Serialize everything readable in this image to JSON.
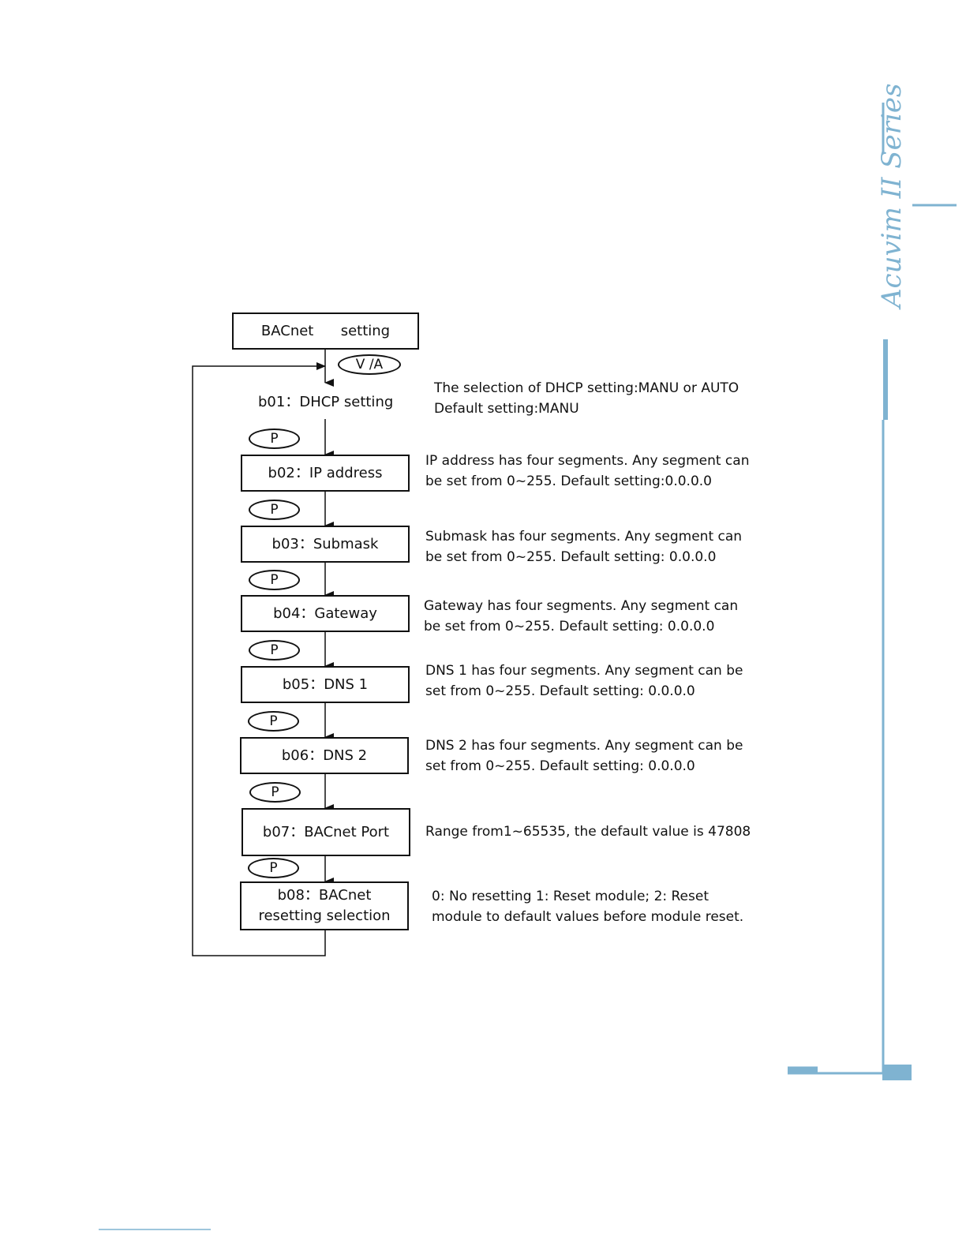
{
  "header": {
    "title": "BACnet      setting"
  },
  "keys": {
    "va": "V /A",
    "p": "P"
  },
  "brand": {
    "text": "Acuvim II Series"
  },
  "colors": {
    "accent": "#7fb3d1",
    "line": "#111111"
  },
  "steps": [
    {
      "label": "b01：DHCP setting",
      "desc": [
        "The selection of DHCP setting:MANU or AUTO",
        "Default setting:MANU"
      ]
    },
    {
      "label": "b02：IP address",
      "desc": [
        "IP address has four segments. Any segment can",
        "be set from 0~255. Default setting:0.0.0.0"
      ]
    },
    {
      "label": "b03：Submask",
      "desc": [
        "Submask has four segments. Any segment can",
        "be set from 0~255. Default setting: 0.0.0.0"
      ]
    },
    {
      "label": "b04：Gateway",
      "desc": [
        "Gateway has four segments. Any segment can",
        "be set from 0~255. Default setting: 0.0.0.0"
      ]
    },
    {
      "label": "b05：DNS 1",
      "desc": [
        "DNS 1 has four segments.  Any segment can be",
        "set from 0~255. Default setting: 0.0.0.0"
      ]
    },
    {
      "label": "b06：DNS 2",
      "desc": [
        "DNS 2 has four segments.  Any segment can be",
        "set from 0~255. Default setting:  0.0.0.0"
      ]
    },
    {
      "label": "b07：BACnet Port",
      "desc": [
        "Range from1~65535, the default value is 47808"
      ]
    },
    {
      "label_lines": [
        "b08：BACnet",
        "resetting selection"
      ],
      "desc": [
        "0: No resetting 1: Reset module; 2: Reset",
        "module to default values before module reset."
      ]
    }
  ]
}
